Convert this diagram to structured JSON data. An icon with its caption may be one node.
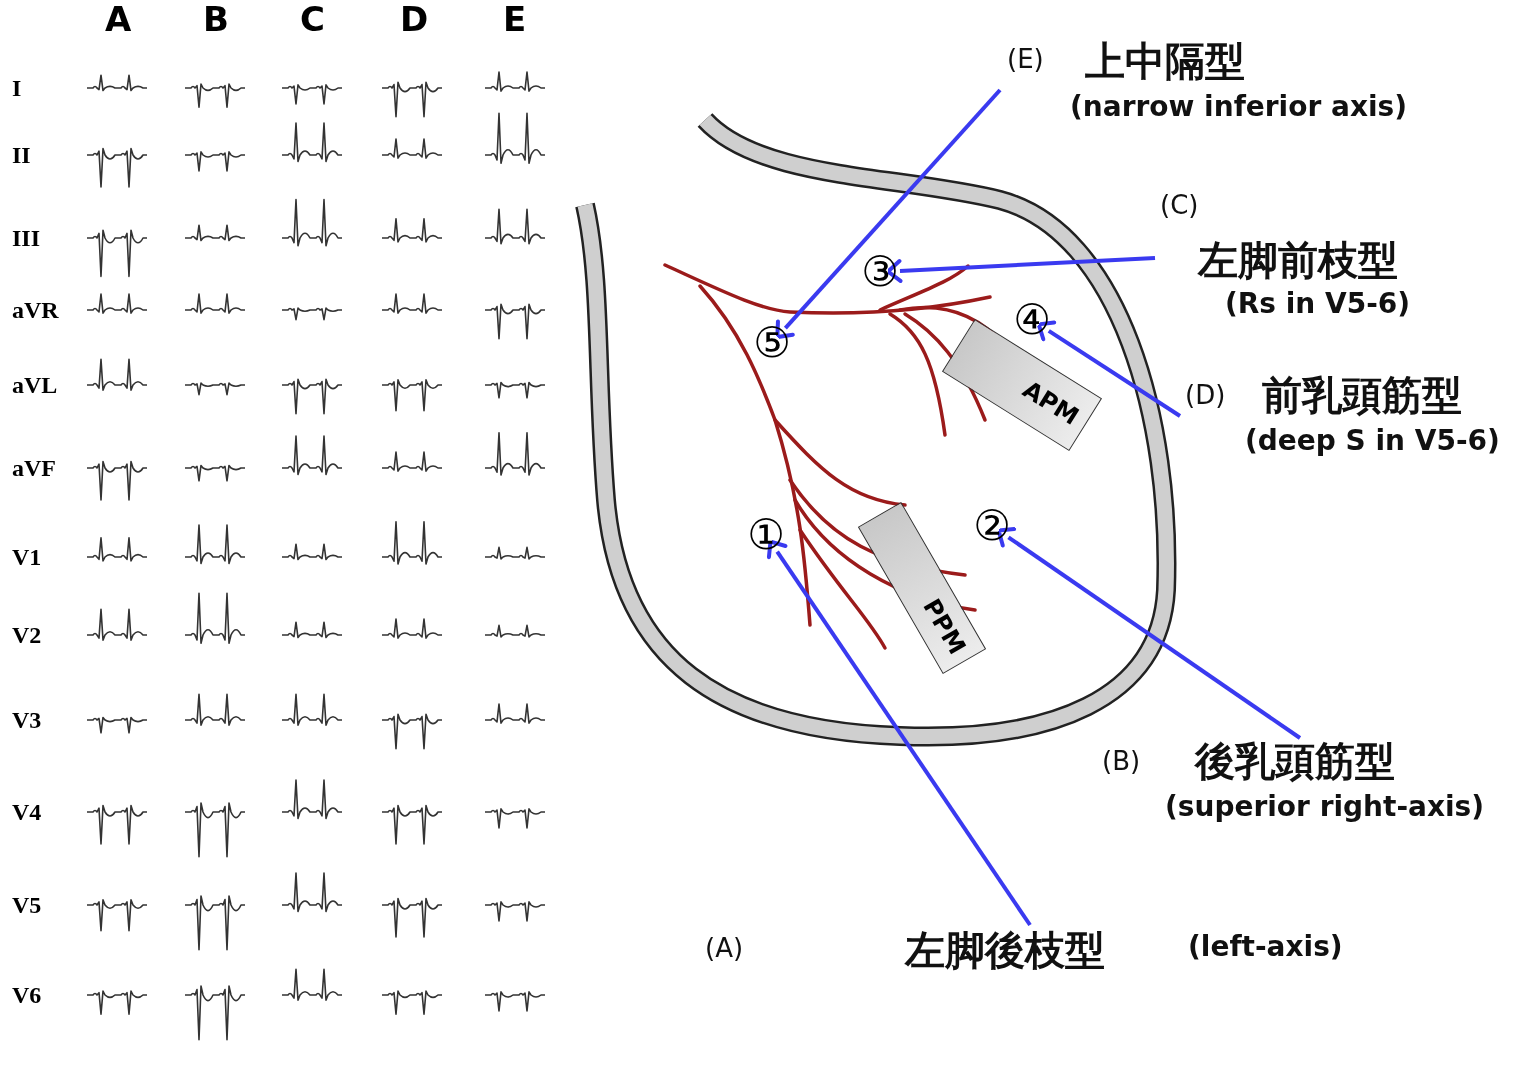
{
  "diagram": {
    "nodes": [
      {
        "text": [
          "(E)",
          "上中隔型",
          "(narrow inferior axis)"
        ]
      },
      {
        "text": [
          "(C)",
          "左脚前枝型",
          "(Rs in V5-6)"
        ]
      },
      {
        "text": [
          "(D)",
          "前乳頭筋型",
          "(deep S in V5-6)"
        ]
      },
      {
        "text": [
          "(B)",
          "後乳頭筋型",
          "(superior right-axis)"
        ]
      },
      {
        "text": [
          "(A)",
          "左脚後枝型",
          "(left-axis)"
        ]
      },
      {
        "text": [
          "⑤"
        ]
      },
      {
        "text": [
          "③"
        ]
      },
      {
        "text": [
          "④"
        ]
      },
      {
        "text": [
          "②"
        ]
      },
      {
        "text": [
          "①"
        ]
      },
      {
        "text": [
          "APM"
        ]
      },
      {
        "text": [
          "PPM"
        ]
      }
    ],
    "edges": [
      {
        "from": 0,
        "to": 5,
        "arrow": "to"
      },
      {
        "from": 1,
        "to": 6,
        "arrow": "to"
      },
      {
        "from": 2,
        "to": 7,
        "arrow": "to"
      },
      {
        "from": 3,
        "to": 8,
        "arrow": "to"
      },
      {
        "from": 4,
        "to": 9,
        "arrow": "to"
      }
    ],
    "labels": [
      "A",
      "B",
      "C",
      "D",
      "E",
      "I",
      "II",
      "III",
      "aVR",
      "aVL",
      "aVF",
      "V1",
      "V2",
      "V3",
      "V4",
      "V5",
      "V6"
    ]
  }
}
